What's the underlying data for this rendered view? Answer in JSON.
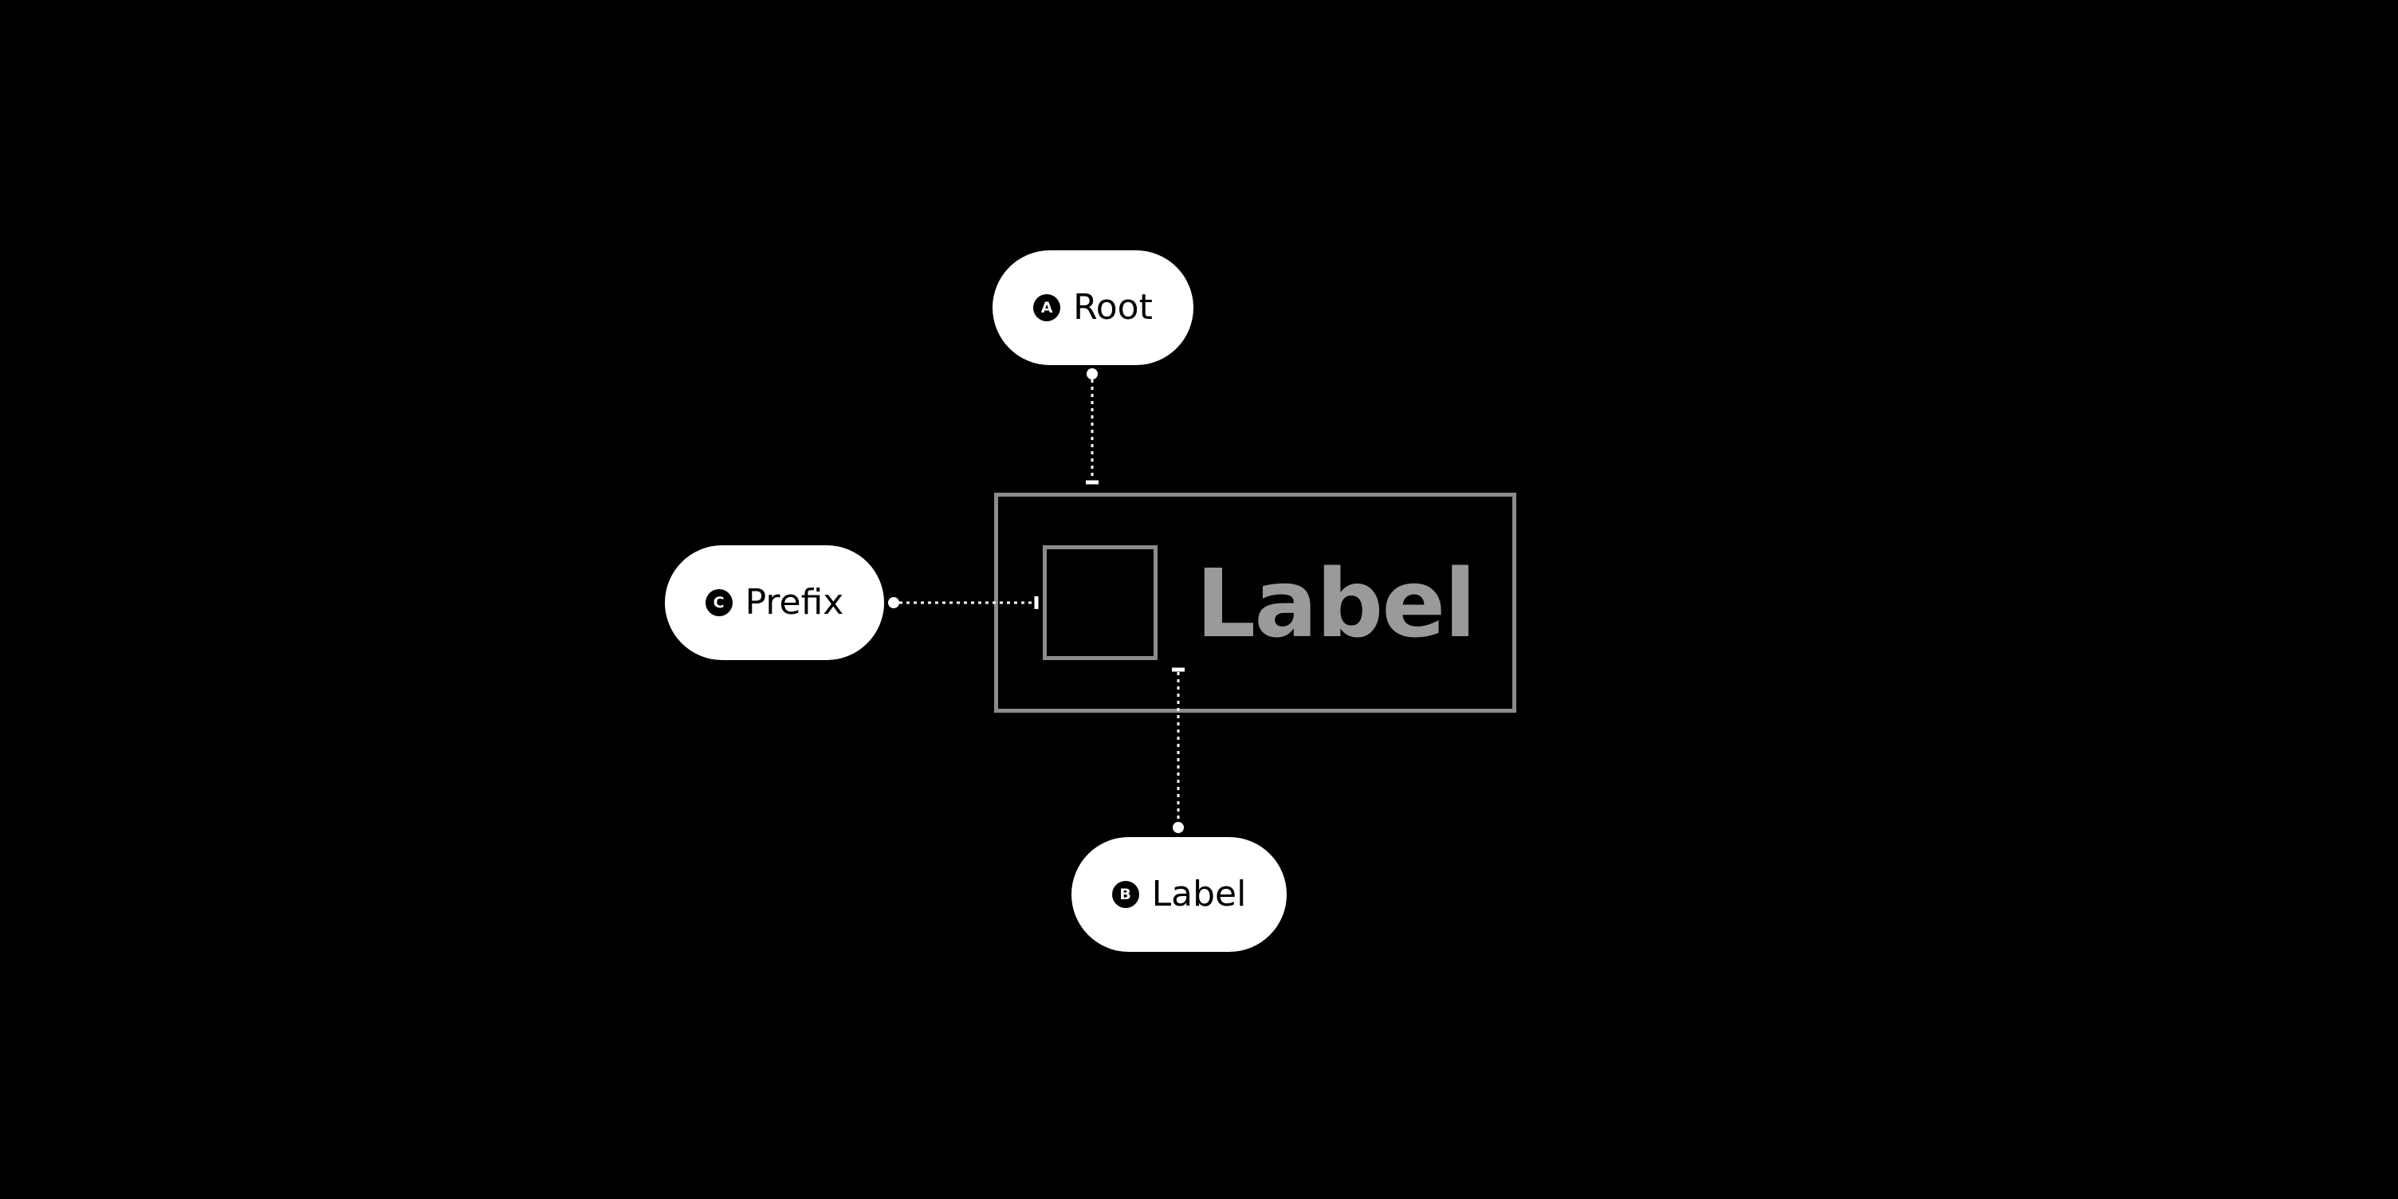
{
  "diagram": {
    "callouts": [
      {
        "id": "root",
        "marker": "A",
        "text": "Root"
      },
      {
        "id": "label",
        "marker": "B",
        "text": "Label"
      },
      {
        "id": "prefix",
        "marker": "C",
        "text": "Prefix"
      }
    ],
    "component": {
      "label_text": "Label"
    },
    "colors": {
      "background": "#000000",
      "callout_fill": "#ffffff",
      "component_stroke": "#8c8c8c",
      "component_text": "#9a9a9a",
      "connector": "#ffffff"
    }
  }
}
